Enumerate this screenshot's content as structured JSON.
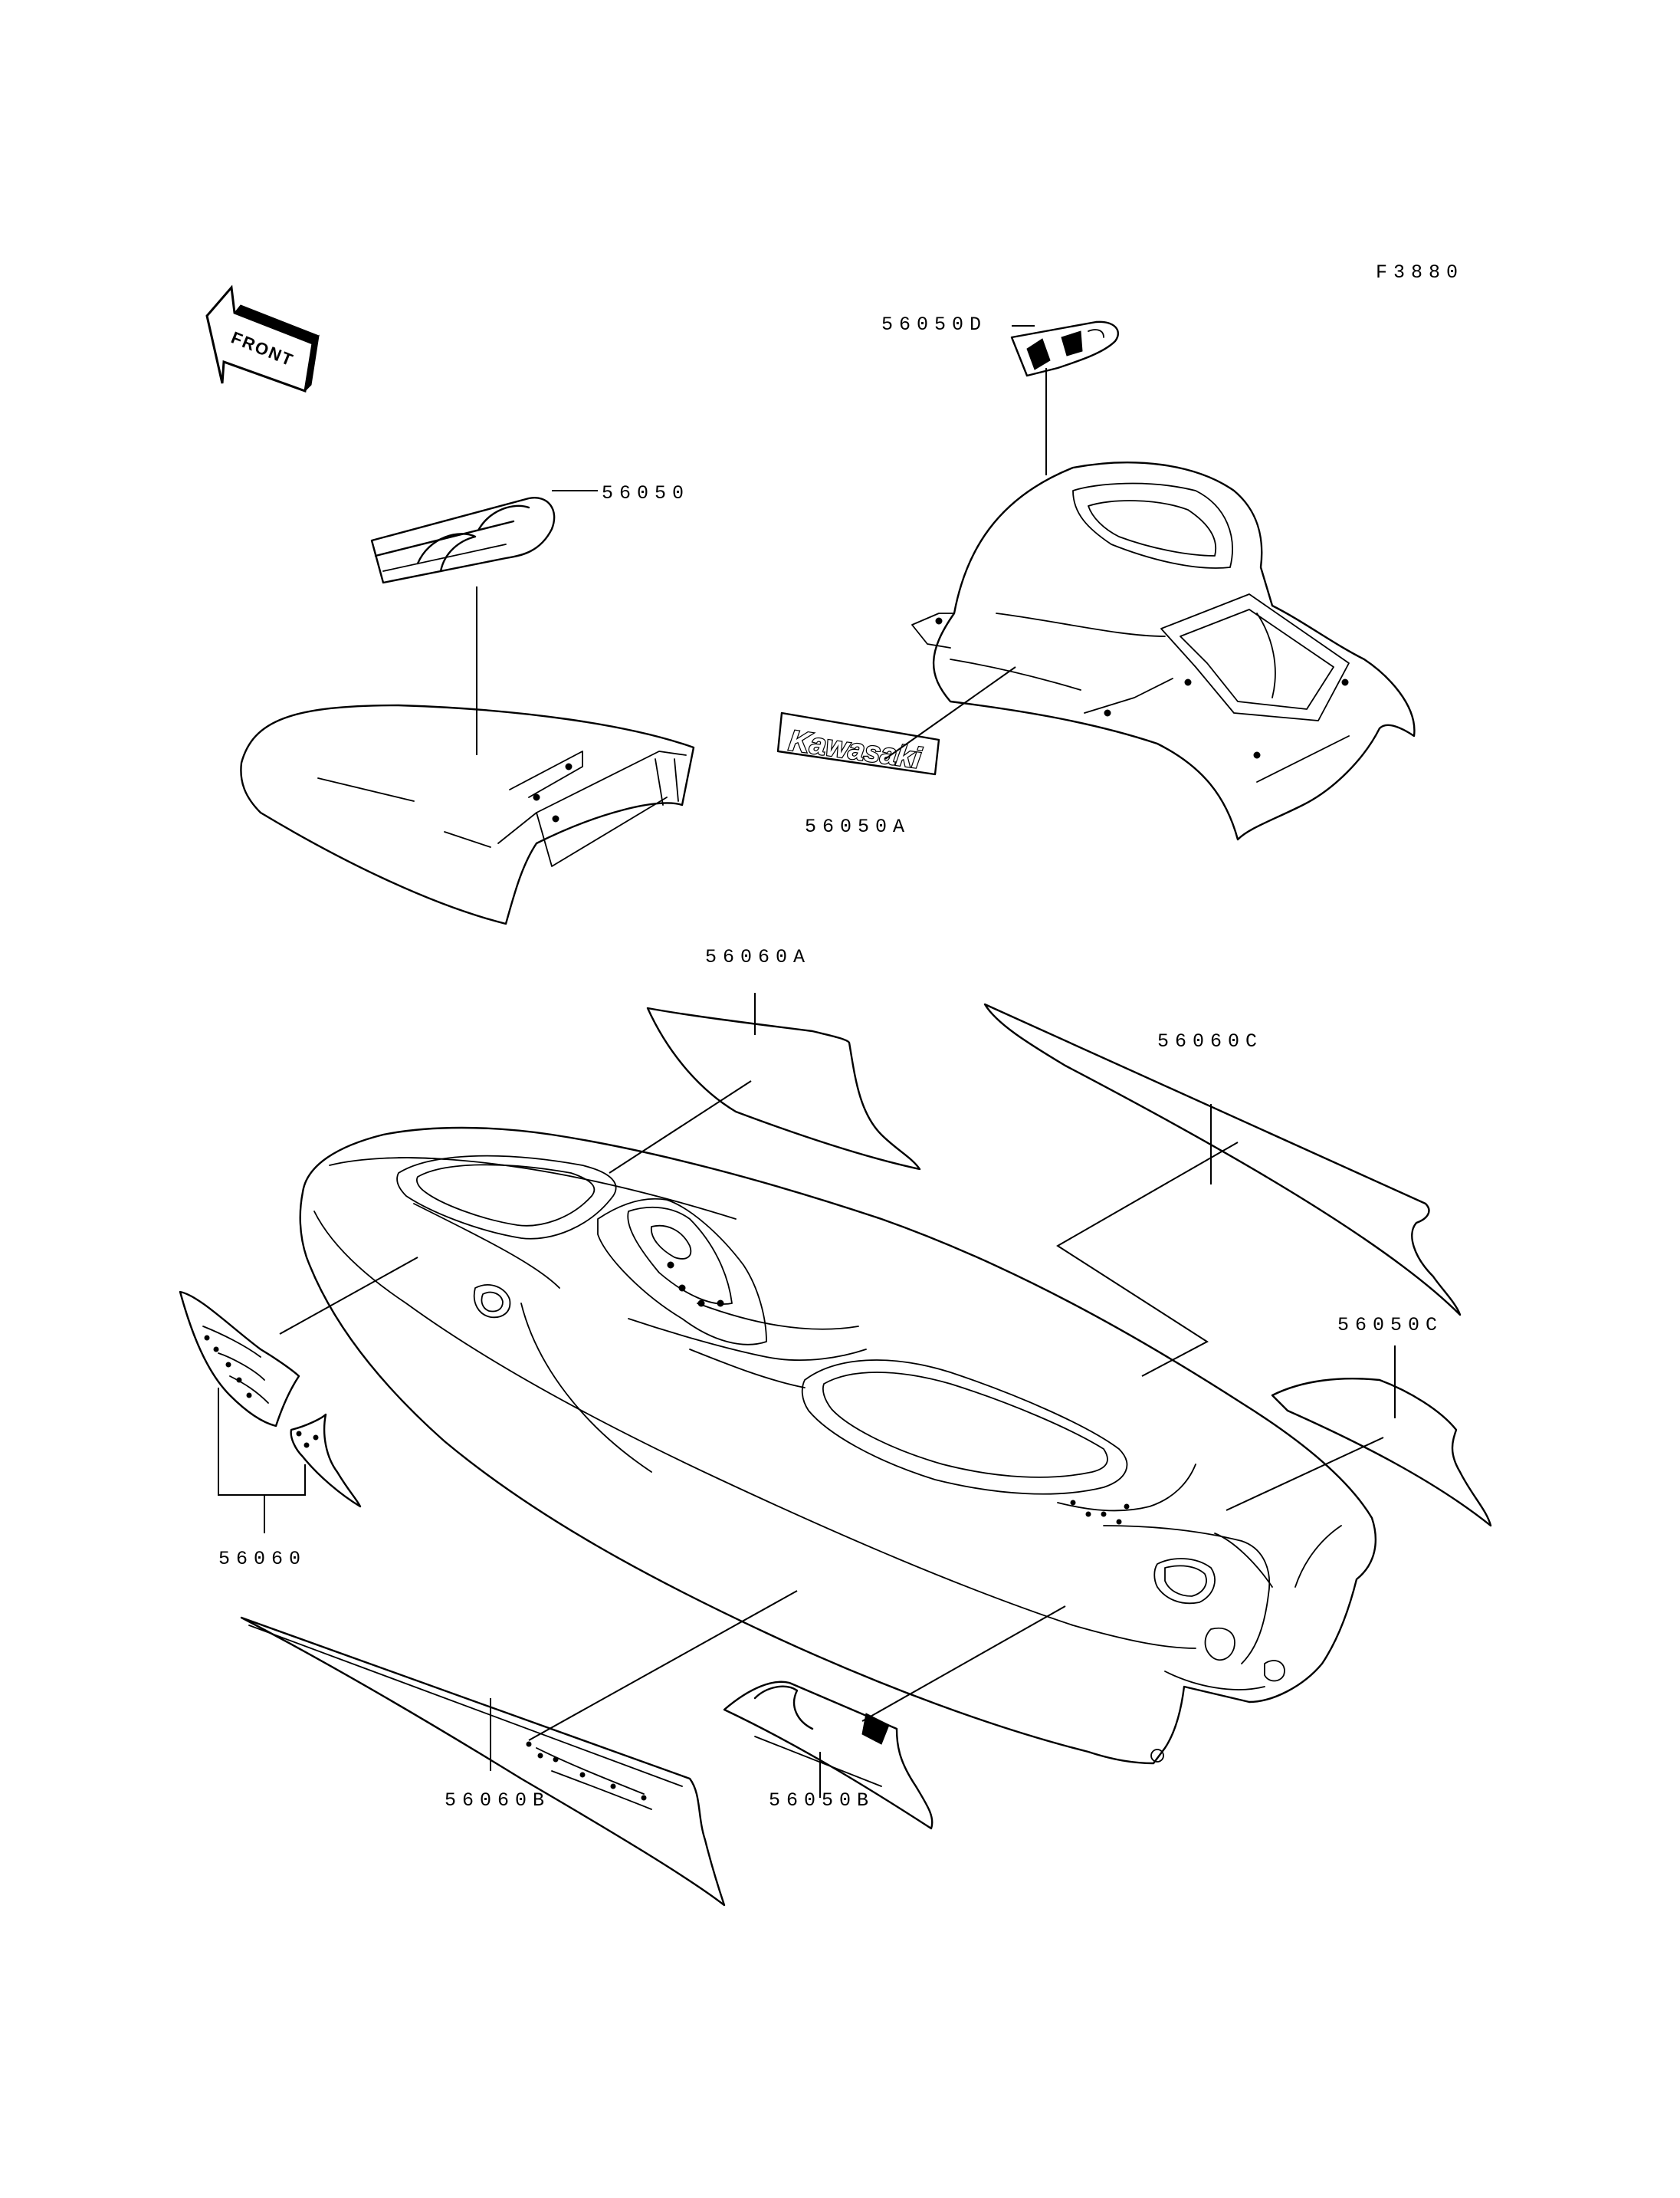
{
  "figure_code": "F3880",
  "front_label": "FRONT",
  "brand_text": "Kawasaki",
  "part_labels": {
    "p56050": "56050",
    "p56050A": "56050A",
    "p56050B": "56050B",
    "p56050C": "56050C",
    "p56050D": "56050D",
    "p56060": "56060",
    "p56060A": "56060A",
    "p56060B": "56060B",
    "p56060C": "56060C"
  }
}
